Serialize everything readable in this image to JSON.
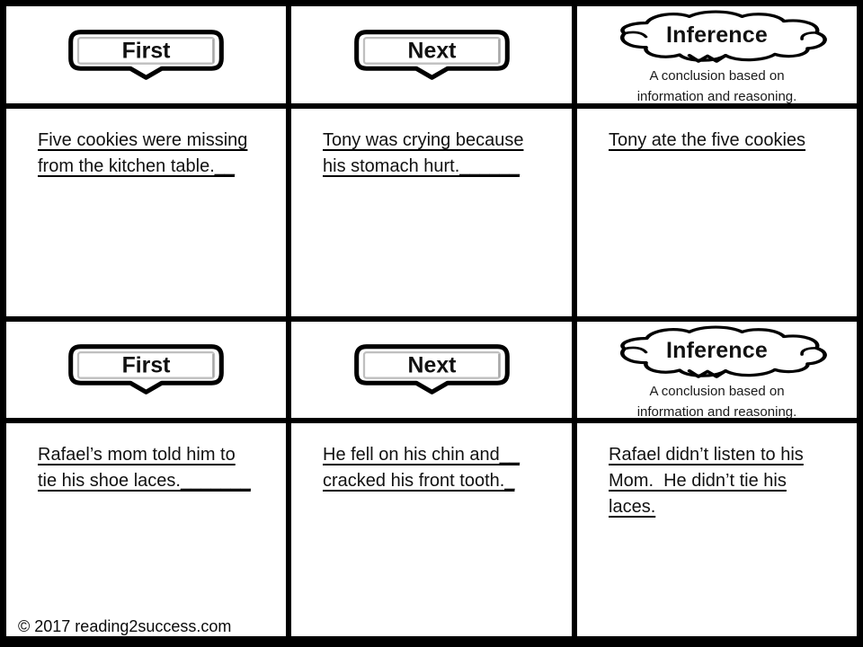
{
  "header": {
    "first_label": "First",
    "next_label": "Next",
    "inference_label": "Inference",
    "inference_caption": [
      "A conclusion based on",
      "information and reasoning."
    ]
  },
  "rows": [
    {
      "first_lines": [
        "Five cookies were missing",
        "from the kitchen table.__"
      ],
      "next_lines": [
        "Tony was crying because",
        "his stomach hurt.______"
      ],
      "inference_lines": [
        "Tony ate the five cookies"
      ]
    },
    {
      "first_lines": [
        "Rafael’s mom told him to",
        "tie his shoe laces._______"
      ],
      "next_lines": [
        "He fell on his chin and__",
        "cracked his front tooth._"
      ],
      "inference_lines": [
        "Rafael didn’t listen to his",
        "Mom.  He didn’t tie his",
        "laces."
      ]
    }
  ],
  "footer": {
    "copyright": "© 2017 reading2success.com"
  },
  "colors": {
    "line": "#000000",
    "background": "#ffffff",
    "text": "#111111",
    "inner_border": "#bfbfbf"
  }
}
